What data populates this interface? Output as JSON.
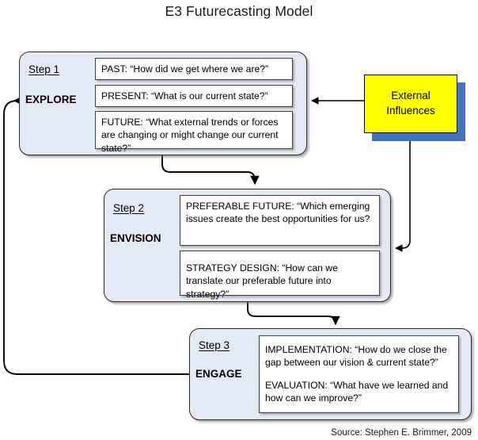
{
  "title": "E3 Futurecasting Model",
  "source_note": "Source: Stephen E. Brimmer, 2009",
  "steps": [
    {
      "id": "step1",
      "label": "Step 1",
      "verb": "EXPLORE",
      "items": [
        "PAST: “How did we get where we are?”",
        "PRESENT: “What is our current state?”",
        "FUTURE: “What external trends or forces are changing or might change our current state?”"
      ]
    },
    {
      "id": "step2",
      "label": "Step 2",
      "verb": "ENVISION",
      "items": [
        "PREFERABLE FUTURE: “Which emerging issues create the best opportunities for us?",
        "STRATEGY DESIGN: “How can we translate our preferable future into strategy?”"
      ]
    },
    {
      "id": "step3",
      "label": "Step 3",
      "verb": "ENGAGE",
      "items": [
        "IMPLEMENTATION: “How do we close the gap between our vision & current state?”",
        "EVALUATION: “What have we learned and how can we improve?”"
      ]
    }
  ],
  "external": {
    "line1": "External",
    "line2": "Influences"
  },
  "colors": {
    "step_fill": "#e3eaf4",
    "step_border": "#2b2b2b",
    "external_fill": "#ffff00",
    "external_shadow": "#4472c4",
    "white_box_fill": "#ffffff",
    "connector": "#000000"
  }
}
